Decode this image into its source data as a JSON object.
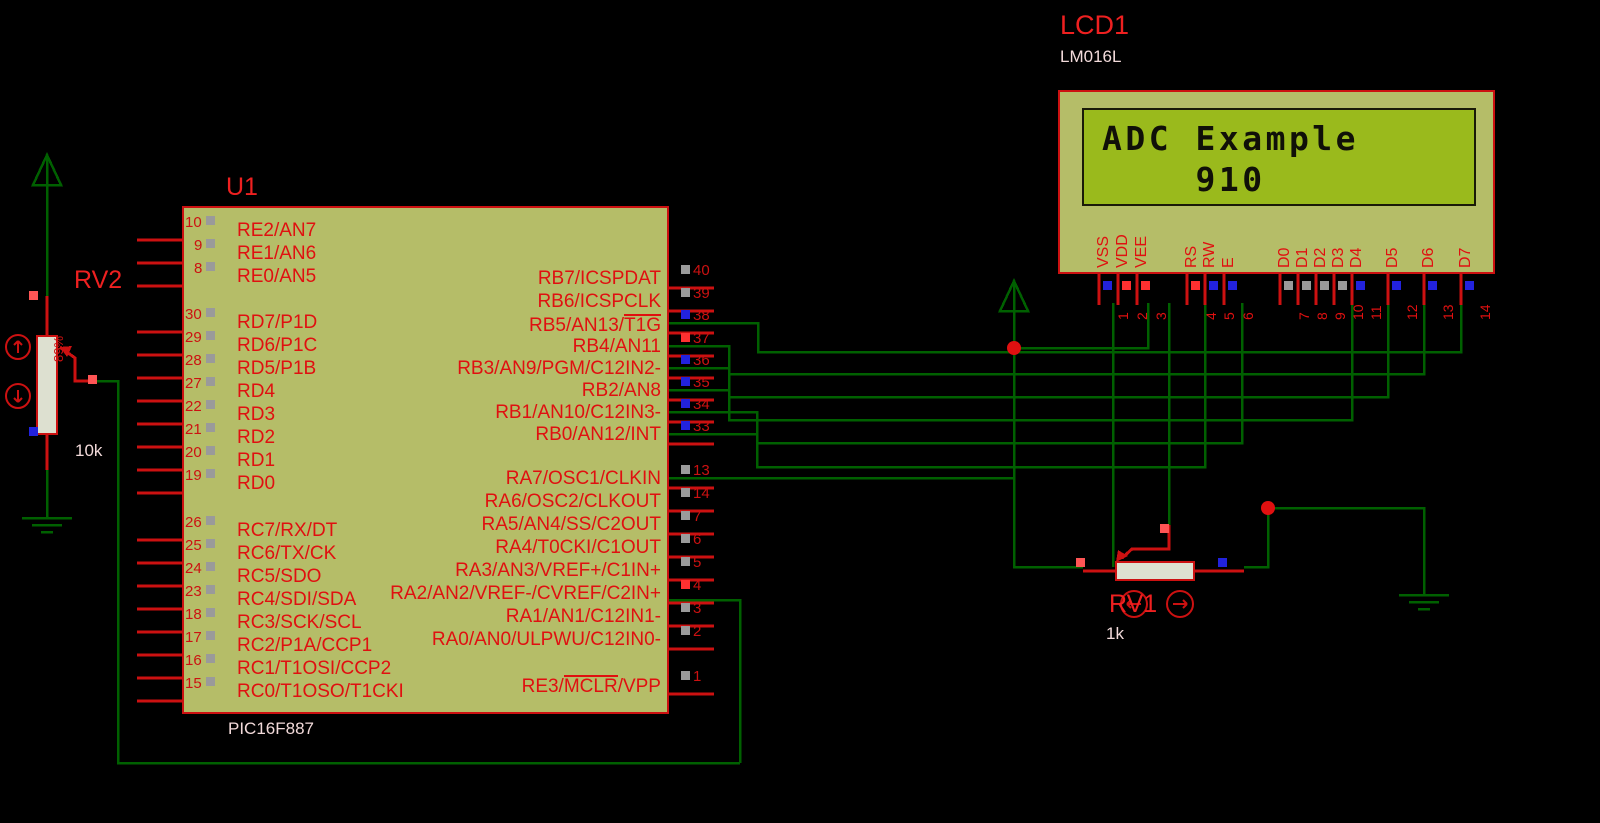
{
  "schematic": {
    "background_color": "#000000",
    "wire_color": "#006000",
    "pin_color": "#cc1111",
    "body_fill": "#b5bd68",
    "label_color": "#e01010"
  },
  "mcu": {
    "reference": "U1",
    "part_number": "PIC16F887",
    "left_pins": [
      {
        "num": "10",
        "label": "RE2/AN7",
        "state": "gray"
      },
      {
        "num": "9",
        "label": "RE1/AN6",
        "state": "gray"
      },
      {
        "num": "8",
        "label": "RE0/AN5",
        "state": "gray"
      },
      {
        "num": "30",
        "label": "RD7/P1D",
        "state": "gray"
      },
      {
        "num": "29",
        "label": "RD6/P1C",
        "state": "gray"
      },
      {
        "num": "28",
        "label": "RD5/P1B",
        "state": "gray"
      },
      {
        "num": "27",
        "label": "RD4",
        "state": "gray"
      },
      {
        "num": "22",
        "label": "RD3",
        "state": "gray"
      },
      {
        "num": "21",
        "label": "RD2",
        "state": "gray"
      },
      {
        "num": "20",
        "label": "RD1",
        "state": "gray"
      },
      {
        "num": "19",
        "label": "RD0",
        "state": "gray"
      },
      {
        "num": "26",
        "label": "RC7/RX/DT",
        "state": "gray"
      },
      {
        "num": "25",
        "label": "RC6/TX/CK",
        "state": "gray"
      },
      {
        "num": "24",
        "label": "RC5/SDO",
        "state": "gray"
      },
      {
        "num": "23",
        "label": "RC4/SDI/SDA",
        "state": "gray"
      },
      {
        "num": "18",
        "label": "RC3/SCK/SCL",
        "state": "gray"
      },
      {
        "num": "17",
        "label": "RC2/P1A/CCP1",
        "state": "gray"
      },
      {
        "num": "16",
        "label": "RC1/T1OSI/CCP2",
        "state": "gray"
      },
      {
        "num": "15",
        "label": "RC0/T1OSO/T1CKI",
        "state": "gray"
      }
    ],
    "right_pins": [
      {
        "num": "40",
        "label": "RB7/ICSPDAT",
        "state": "gray"
      },
      {
        "num": "39",
        "label": "RB6/ICSPCLK",
        "state": "gray"
      },
      {
        "num": "38",
        "label": "RB5/AN13/T1G",
        "state": "blue",
        "overline": "T1G"
      },
      {
        "num": "37",
        "label": "RB4/AN11",
        "state": "red"
      },
      {
        "num": "36",
        "label": "RB3/AN9/PGM/C12IN2-",
        "state": "blue"
      },
      {
        "num": "35",
        "label": "RB2/AN8",
        "state": "blue"
      },
      {
        "num": "34",
        "label": "RB1/AN10/C12IN3-",
        "state": "blue"
      },
      {
        "num": "33",
        "label": "RB0/AN12/INT",
        "state": "blue"
      },
      {
        "num": "13",
        "label": "RA7/OSC1/CLKIN",
        "state": "gray"
      },
      {
        "num": "14",
        "label": "RA6/OSC2/CLKOUT",
        "state": "gray"
      },
      {
        "num": "7",
        "label": "RA5/AN4/SS/C2OUT",
        "state": "gray"
      },
      {
        "num": "6",
        "label": "RA4/T0CKI/C1OUT",
        "state": "gray"
      },
      {
        "num": "5",
        "label": "RA3/AN3/VREF+/C1IN+",
        "state": "gray"
      },
      {
        "num": "4",
        "label": "RA2/AN2/VREF-/CVREF/C2IN+",
        "state": "red"
      },
      {
        "num": "3",
        "label": "RA1/AN1/C12IN1-",
        "state": "gray"
      },
      {
        "num": "2",
        "label": "RA0/AN0/ULPWU/C12IN0-",
        "state": "gray"
      },
      {
        "num": "1",
        "label": "RE3/MCLR/VPP",
        "state": "gray",
        "overline": "MCLR"
      }
    ]
  },
  "lcd": {
    "reference": "LCD1",
    "part_number": "LM016L",
    "line1": "ADC Example",
    "line2": "    910",
    "screen_color": "#9aba1c",
    "body_color": "#b5bd68",
    "pins": [
      {
        "num": "1",
        "label": "VSS",
        "state": "blue"
      },
      {
        "num": "2",
        "label": "VDD",
        "state": "red"
      },
      {
        "num": "3",
        "label": "VEE",
        "state": "red"
      },
      {
        "num": "4",
        "label": "RS",
        "state": "red"
      },
      {
        "num": "5",
        "label": "RW",
        "state": "blue"
      },
      {
        "num": "6",
        "label": "E",
        "state": "blue"
      },
      {
        "num": "7",
        "label": "D0",
        "state": "gray"
      },
      {
        "num": "8",
        "label": "D1",
        "state": "gray"
      },
      {
        "num": "9",
        "label": "D2",
        "state": "gray"
      },
      {
        "num": "10",
        "label": "D3",
        "state": "gray"
      },
      {
        "num": "11",
        "label": "D4",
        "state": "blue"
      },
      {
        "num": "12",
        "label": "D5",
        "state": "blue"
      },
      {
        "num": "13",
        "label": "D6",
        "state": "blue"
      },
      {
        "num": "14",
        "label": "D7",
        "state": "blue"
      }
    ]
  },
  "potentiometers": [
    {
      "reference": "RV2",
      "value": "10k",
      "percent": "89%",
      "orientation": "vertical",
      "buttons": [
        "up-arrow",
        "down-arrow"
      ]
    },
    {
      "reference": "RV1",
      "value": "1k",
      "orientation": "horizontal",
      "buttons": [
        "left-arrow",
        "right-arrow"
      ]
    }
  ],
  "power_symbols": [
    {
      "type": "vcc",
      "name": "power-rail-left"
    },
    {
      "type": "vcc",
      "name": "power-rail-right"
    },
    {
      "type": "ground",
      "name": "ground-left"
    },
    {
      "type": "ground",
      "name": "ground-right"
    }
  ]
}
